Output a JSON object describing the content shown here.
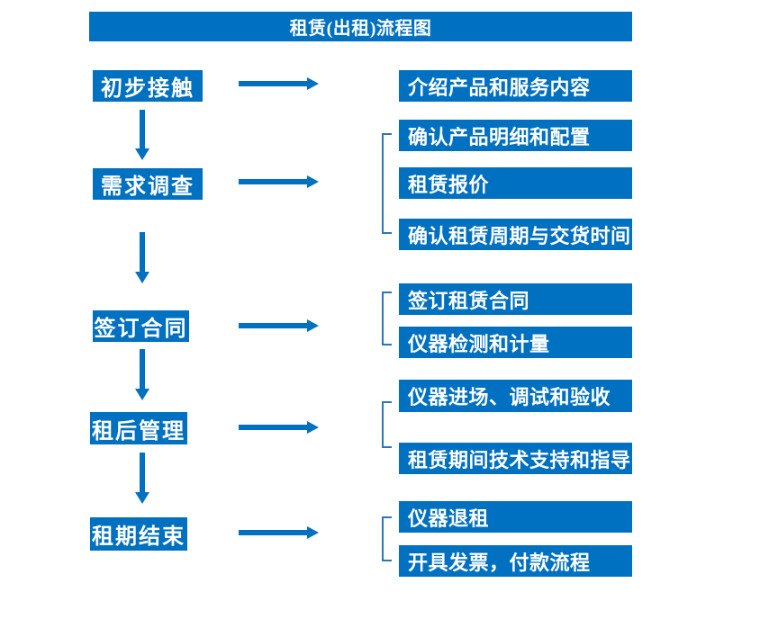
{
  "title": "租赁(出租)流程图",
  "colors": {
    "box_blue": "#0070C0",
    "arrow_blue": "#0070C0",
    "bracket_blue": "#2E75B6",
    "text_white": "#FFFFFF",
    "background": "#FFFFFF"
  },
  "steps": [
    {
      "label": "初步接触",
      "details": [
        "介绍产品和服务内容"
      ]
    },
    {
      "label": "需求调查",
      "details": [
        "确认产品明细和配置",
        "租赁报价",
        "确认租赁周期与交货时间"
      ]
    },
    {
      "label": "签订合同",
      "details": [
        "签订租赁合同",
        "仪器检测和计量"
      ]
    },
    {
      "label": "租后管理",
      "details": [
        "仪器进场、调试和验收",
        "租赁期间技术支持和指导"
      ]
    },
    {
      "label": "租期结束",
      "details": [
        "仪器退租",
        "开具发票，付款流程"
      ]
    }
  ]
}
